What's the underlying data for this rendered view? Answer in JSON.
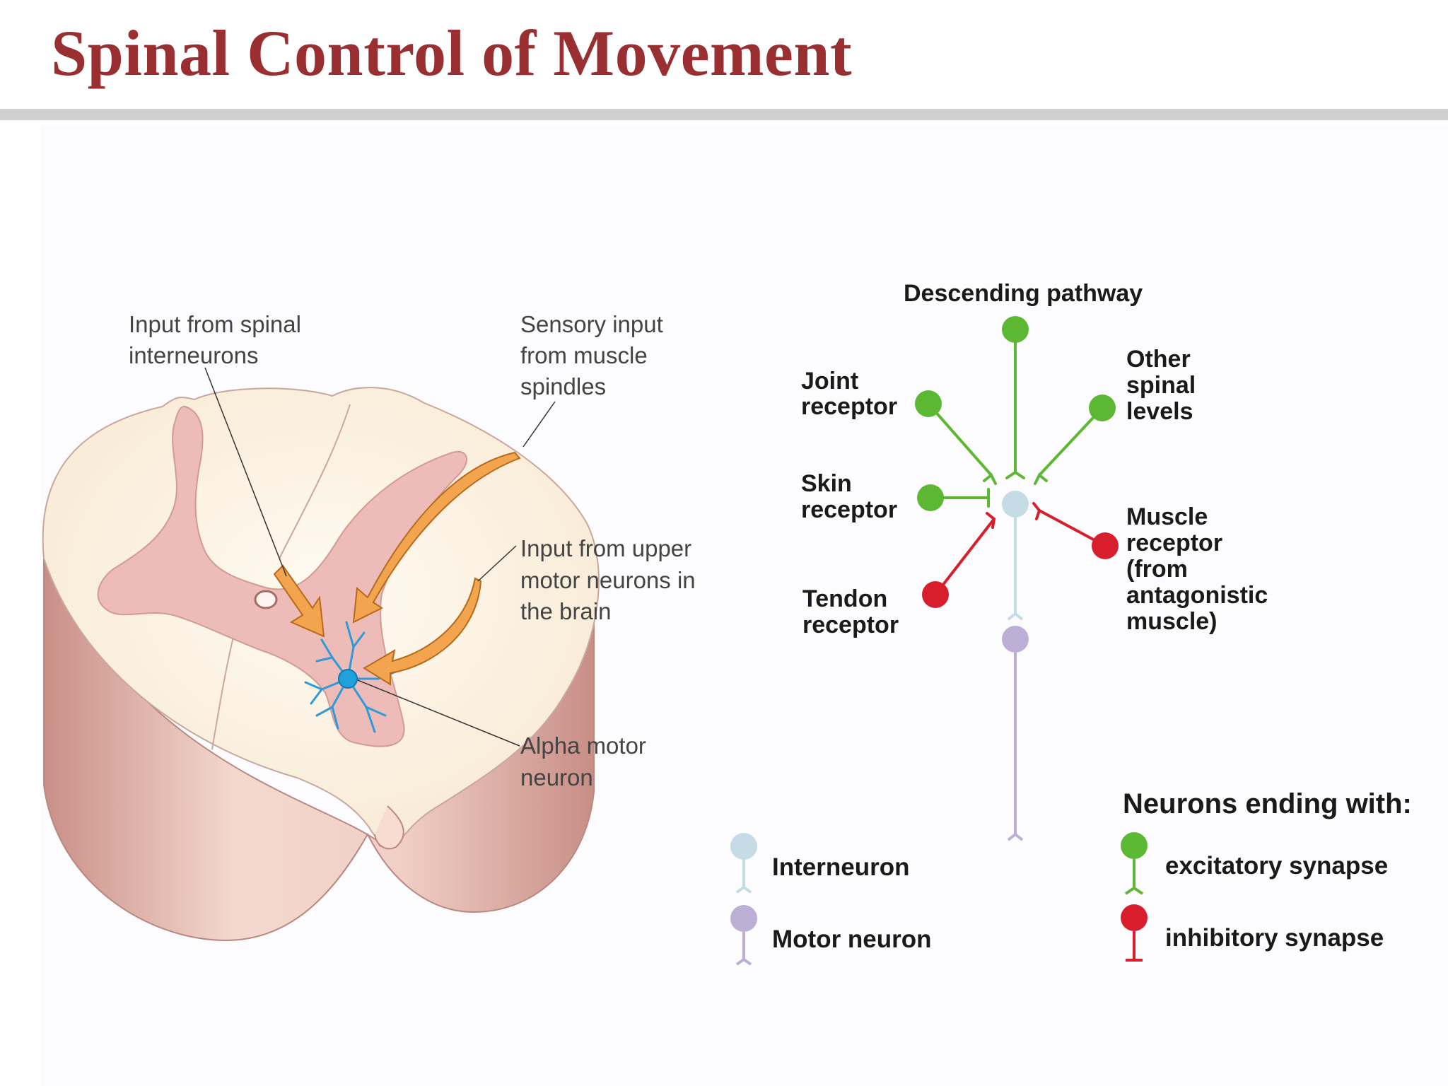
{
  "title": "Spinal Control of Movement",
  "left_figure": {
    "labels": {
      "interneuron_input": [
        "Input from spinal",
        "interneurons"
      ],
      "sensory_input": [
        "Sensory input",
        "from muscle",
        "spindles"
      ],
      "upper_motor_input": [
        "Input from upper",
        "motor neurons in",
        "the brain"
      ],
      "alpha_motor": [
        "Alpha motor",
        "neuron"
      ]
    }
  },
  "right_figure": {
    "inputs": {
      "descending": "Descending pathway",
      "joint": [
        "Joint",
        "receptor"
      ],
      "other_spinal": [
        "Other",
        "spinal",
        "levels"
      ],
      "skin": [
        "Skin",
        "receptor"
      ],
      "muscle": [
        "Muscle",
        "receptor",
        "(from",
        "antagonistic",
        "muscle)"
      ],
      "tendon": [
        "Tendon",
        "receptor"
      ]
    },
    "legend": {
      "interneuron": "Interneuron",
      "motor_neuron": "Motor neuron",
      "title": "Neurons ending with:",
      "excitatory": "excitatory synapse",
      "inhibitory": "inhibitory synapse"
    }
  },
  "colors": {
    "title": "#9a2f32",
    "excitatory": "#5cb832",
    "inhibitory": "#d81e2c",
    "interneuron": "#c5dce6",
    "motor_neuron": "#bcaed4",
    "arrow": "#f2a44f",
    "gray_matter": "#eebcb8",
    "white_matter": "#fbf0e0"
  }
}
